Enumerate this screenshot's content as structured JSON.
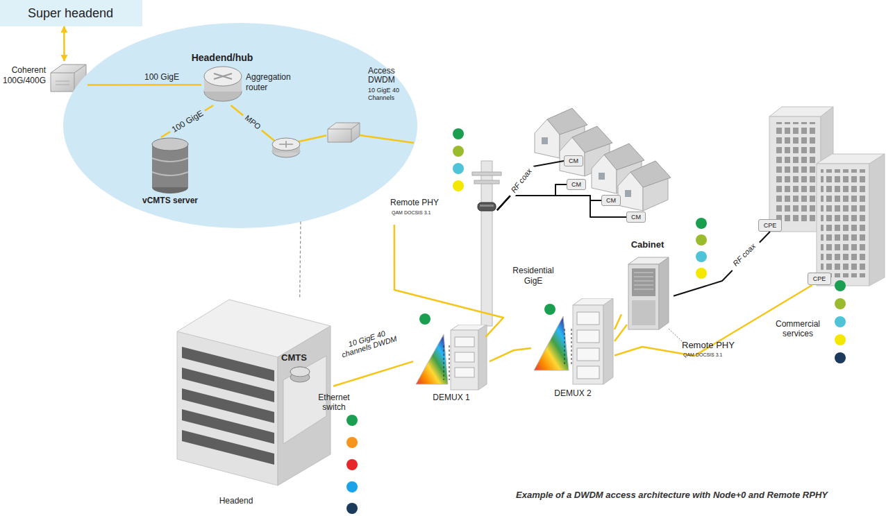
{
  "diagram": {
    "caption": "Example of a DWDM access architecture with Node+0 and Remote RPHY",
    "nodes": [
      {
        "text": [
          "Super headend"
        ]
      },
      {
        "text": [
          "Coherent 100G/400G"
        ]
      },
      {
        "text": [
          "Headend/hub"
        ]
      },
      {
        "text": [
          "Aggregation router"
        ],
        "in": 2
      },
      {
        "text": [
          "vCMTS server"
        ],
        "in": 2
      },
      {
        "text": [
          "Access DWDM",
          "10 GigE 40 Channels"
        ],
        "in": 2
      },
      {
        "text": [
          "Remote PHY",
          "QAM DOCSIS 3.1"
        ]
      },
      {
        "text": [
          "CM"
        ]
      },
      {
        "text": [
          "CM"
        ]
      },
      {
        "text": [
          "CM"
        ]
      },
      {
        "text": [
          "CM"
        ]
      },
      {
        "text": [
          "Cabinet"
        ]
      },
      {
        "text": [
          "CPE"
        ]
      },
      {
        "text": [
          "CMTS",
          "Headend"
        ]
      },
      {
        "text": [
          "DEMUX 1"
        ]
      },
      {
        "text": [
          "DEMUX 2"
        ]
      },
      {
        "text": [
          "CPE"
        ]
      }
    ],
    "edges": [
      {
        "from": 0,
        "to": 1,
        "arrow": "both"
      },
      {
        "from": 1,
        "to": 3,
        "arrow": "none",
        "label": "100 GigE"
      },
      {
        "from": 3,
        "to": 4,
        "arrow": "none",
        "label": "100 GigE"
      },
      {
        "from": 3,
        "to": 5,
        "arrow": "none",
        "label": "MPO"
      },
      {
        "from": 2,
        "to": 13,
        "arrow": "none"
      },
      {
        "from": 13,
        "to": 14,
        "arrow": "none",
        "label": "10 GigE 40 channels DWDM"
      },
      {
        "from": 14,
        "to": 6,
        "arrow": "none"
      },
      {
        "from": 14,
        "to": 15,
        "arrow": "none"
      },
      {
        "from": 15,
        "to": 11,
        "arrow": "none"
      },
      {
        "from": 15,
        "to": 16,
        "arrow": "none",
        "label": "Commercial services"
      },
      {
        "from": 6,
        "to": 7,
        "arrow": "none",
        "label": "RF coax"
      },
      {
        "from": 6,
        "to": 8,
        "arrow": "none"
      },
      {
        "from": 6,
        "to": 9,
        "arrow": "none"
      },
      {
        "from": 6,
        "to": 10,
        "arrow": "none"
      },
      {
        "from": 11,
        "to": 12,
        "arrow": "none",
        "label": "RF coax"
      }
    ],
    "labels": [
      "Residential GigE",
      "Ethernet switch",
      "Remote PHY",
      "QAM DOCSIS 3.1"
    ]
  }
}
